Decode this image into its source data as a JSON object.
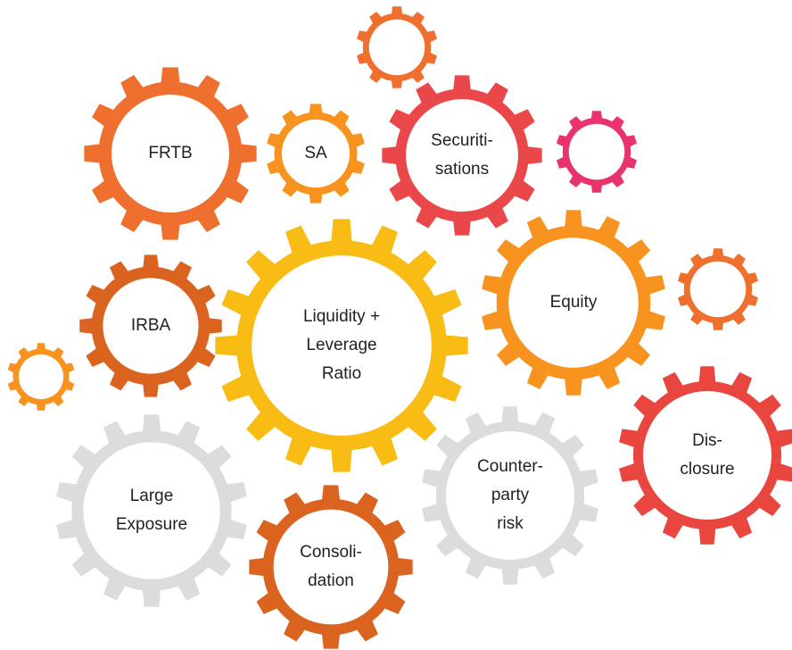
{
  "colors": {
    "orange": "#ef6f2e",
    "light_orange": "#f7931e",
    "red": "#e9474a",
    "pink": "#e8336d",
    "burnt_orange": "#d9631f",
    "yellow": "#f9bc15",
    "bright_red": "#e8463f",
    "grey": "#dcdcdc"
  },
  "gears": [
    {
      "id": "frtb",
      "color": "orange",
      "lines": [
        "FRTB"
      ]
    },
    {
      "id": "sa",
      "color": "light_orange",
      "lines": [
        "SA"
      ]
    },
    {
      "id": "top-small",
      "color": "orange",
      "lines": []
    },
    {
      "id": "securitisations",
      "color": "red",
      "lines": [
        "Securiti-",
        "sations"
      ]
    },
    {
      "id": "pink-small",
      "color": "pink",
      "lines": []
    },
    {
      "id": "irba",
      "color": "burnt_orange",
      "lines": [
        "IRBA"
      ]
    },
    {
      "id": "liquidity-leverage",
      "color": "yellow",
      "lines": [
        "Liquidity +",
        "Leverage",
        "Ratio"
      ]
    },
    {
      "id": "equity",
      "color": "light_orange",
      "lines": [
        "Equity"
      ]
    },
    {
      "id": "right-small",
      "color": "orange",
      "lines": []
    },
    {
      "id": "left-small",
      "color": "light_orange",
      "lines": []
    },
    {
      "id": "disclosure",
      "color": "bright_red",
      "lines": [
        "Dis-",
        "closure"
      ]
    },
    {
      "id": "large-exposure",
      "color": "grey",
      "lines": [
        "Large",
        "Exposure"
      ]
    },
    {
      "id": "counterparty-risk",
      "color": "grey",
      "lines": [
        "Counter-",
        "party",
        "risk"
      ]
    },
    {
      "id": "consolidation",
      "color": "burnt_orange",
      "lines": [
        "Consoli-",
        "dation"
      ]
    }
  ]
}
